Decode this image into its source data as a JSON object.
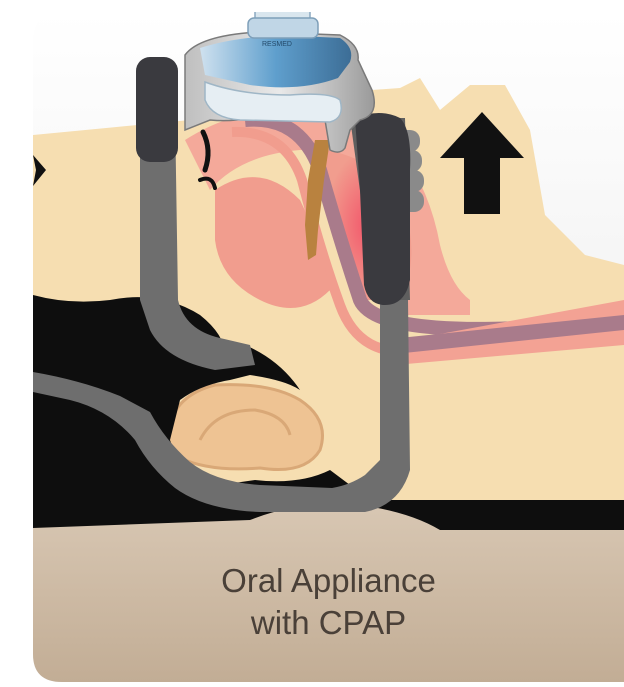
{
  "caption": {
    "line1": "Oral Appliance",
    "line2": "with CPAP"
  },
  "device_label": "RESMED",
  "colors": {
    "skin": "#f6deb1",
    "card_top": "#f0f0f0",
    "base": "#cdb9a3",
    "tissue_pink": "#f19d8e",
    "airway_purple": "#a97b8b",
    "strap_gray": "#6e6e6e",
    "hair": "#0e0e0e",
    "arrow": "#111111",
    "mask_blue": "#5f9fcd"
  },
  "icons": [
    "up-arrow-icon",
    "left-arrow-icon"
  ]
}
